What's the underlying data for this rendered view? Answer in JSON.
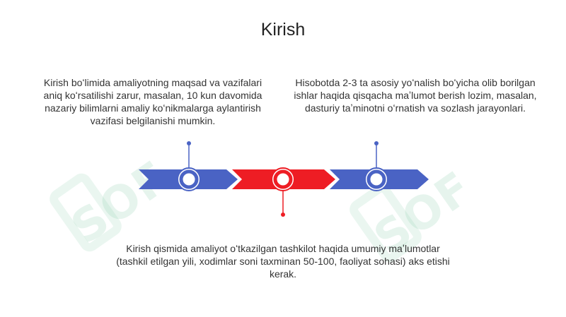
{
  "slide": {
    "title": "Kirish",
    "blocks": {
      "left": "Kirish boʻlimida amaliyotning maqsad va vazifalari aniq koʻrsatilishi zarur, masalan, 10 kun davomida nazariy bilimlarni amaliy koʻnikmalarga aylantirish vazifasi belgilanishi mumkin.",
      "right": "Hisobotda 2-3 ta asosiy yoʻnalish boʻyicha olib borilgan ishlar haqida qisqacha maʼlumot berish lozim, masalan, dasturiy taʼminotni oʻrnatish va sozlash jarayonlari.",
      "bottom": "Kirish qismida amaliyot oʻtkazilgan tashkilot haqida umumiy maʼlumotlar (tashkil etilgan yili, xodimlar soni taxminan 50-100, faoliyat sohasi) aks etishi kerak."
    }
  },
  "watermark": {
    "text": "SOF"
  },
  "colors": {
    "blue": "#4a63c4",
    "red": "#ee1d24",
    "text": "#333333"
  }
}
